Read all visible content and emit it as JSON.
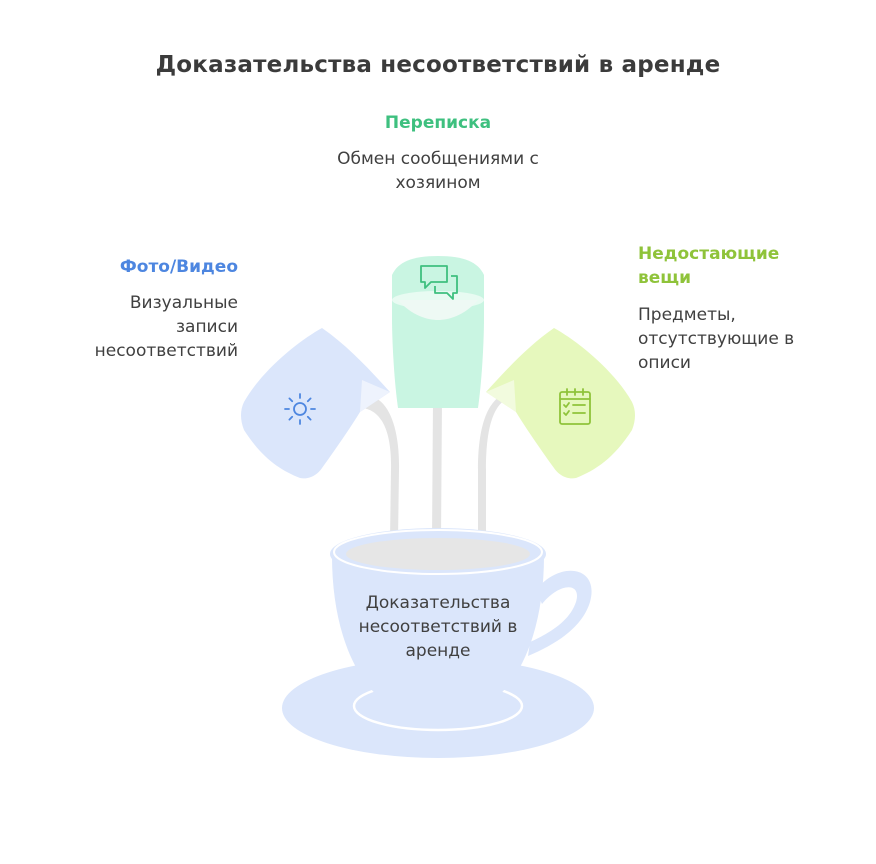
{
  "title": "Доказательства несоответствий в аренде",
  "colors": {
    "blue_accent": "#4d86e0",
    "green_accent": "#3ec07f",
    "lime_accent": "#8fc33a",
    "blue_fill": "#dbe6fb",
    "green_fill": "#c9f5e2",
    "lime_fill": "#e6f8bd"
  },
  "sources": [
    {
      "heading": "Фото/Видео",
      "description": "Визуальные записи несоответствий",
      "icon": "sun-icon"
    },
    {
      "heading": "Переписка",
      "description": "Обмен сообщениями с хозяином",
      "icon": "chat-bubbles-icon"
    },
    {
      "heading": "Недостающие вещи",
      "description": "Предметы, отсутствующие в описи",
      "icon": "checklist-icon"
    }
  ],
  "cup": {
    "label": "Доказательства несоответствий в аренде"
  }
}
